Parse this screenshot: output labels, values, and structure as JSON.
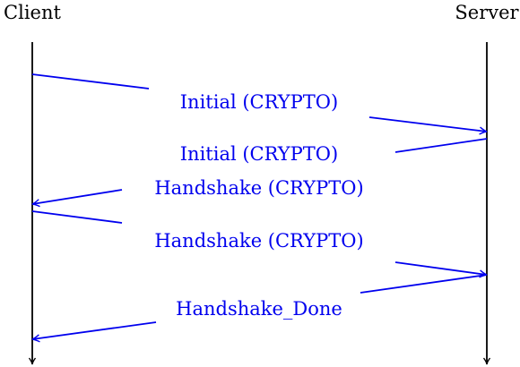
{
  "participants": {
    "client": "Client",
    "server": "Server"
  },
  "messages": [
    {
      "label": "Initial (CRYPTO)",
      "from": "client",
      "to": "server"
    },
    {
      "label": "Initial (CRYPTO)",
      "from": "server",
      "to": "client"
    },
    {
      "label": "Handshake (CRYPTO)",
      "from": "server",
      "to": "client"
    },
    {
      "label": "Handshake (CRYPTO)",
      "from": "client",
      "to": "server"
    },
    {
      "label": "Handshake_Done",
      "from": "server",
      "to": "client"
    }
  ],
  "colors": {
    "lifeline": "#000000",
    "message": "#0000ee"
  }
}
